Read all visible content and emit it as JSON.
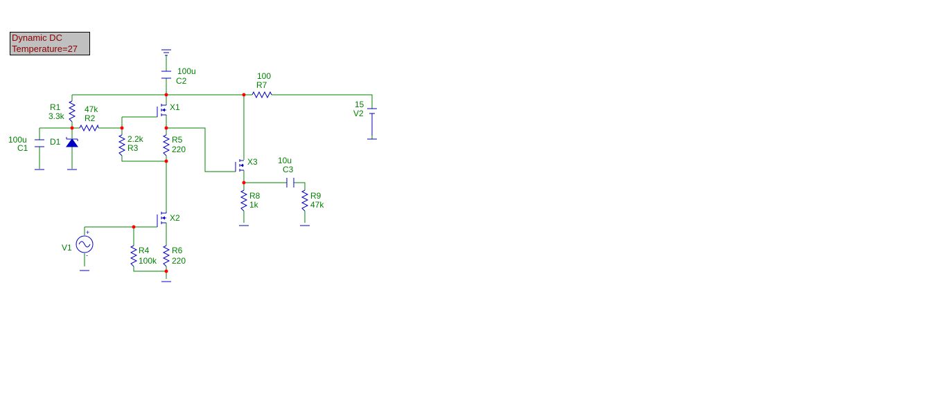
{
  "status": {
    "mode": "Dynamic DC",
    "temperature": "Temperature=27"
  },
  "colors": {
    "wire": "#008000",
    "component": "#0000c0",
    "node": "#ff0000",
    "status_text": "#8b0000",
    "status_bg": "#c0c0c0"
  },
  "components": {
    "C2": {
      "name": "C2",
      "value": "100u"
    },
    "R7": {
      "name": "R7",
      "value": "100"
    },
    "V2": {
      "name": "V2",
      "value": "15"
    },
    "X1": {
      "name": "X1"
    },
    "X2": {
      "name": "X2"
    },
    "X3": {
      "name": "X3"
    },
    "R1": {
      "name": "R1",
      "value": "3.3k"
    },
    "R2": {
      "name": "R2",
      "value": "47k"
    },
    "R3": {
      "name": "R3",
      "value": "2.2k"
    },
    "R4": {
      "name": "R4",
      "value": "100k"
    },
    "R5": {
      "name": "R5",
      "value": "220"
    },
    "R6": {
      "name": "R6",
      "value": "220"
    },
    "R8": {
      "name": "R8",
      "value": "1k"
    },
    "R9": {
      "name": "R9",
      "value": "47k"
    },
    "C1": {
      "name": "C1",
      "value": "100u"
    },
    "C3": {
      "name": "C3",
      "value": "10u"
    },
    "D1": {
      "name": "D1"
    },
    "V1": {
      "name": "V1",
      "plus": "+",
      "minus": "-"
    }
  }
}
